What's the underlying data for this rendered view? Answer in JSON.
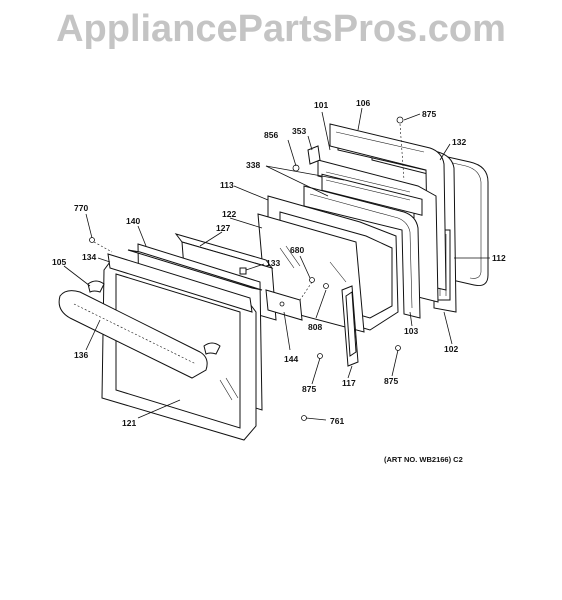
{
  "watermark": "AppliancePartsPros.com",
  "art_number": "(ART NO. WB2166) C2",
  "labels": {
    "l101": "101",
    "l106": "106",
    "l875a": "875",
    "l856": "856",
    "l353": "353",
    "l132": "132",
    "l338": "338",
    "l113": "113",
    "l770": "770",
    "l140": "140",
    "l122": "122",
    "l127": "127",
    "l680": "680",
    "l133": "133",
    "l134": "134",
    "l105": "105",
    "l112": "112",
    "l808": "808",
    "l144": "144",
    "l103": "103",
    "l136": "136",
    "l102": "102",
    "l875b": "875",
    "l117": "117",
    "l875c": "875",
    "l121": "121",
    "l761": "761"
  }
}
